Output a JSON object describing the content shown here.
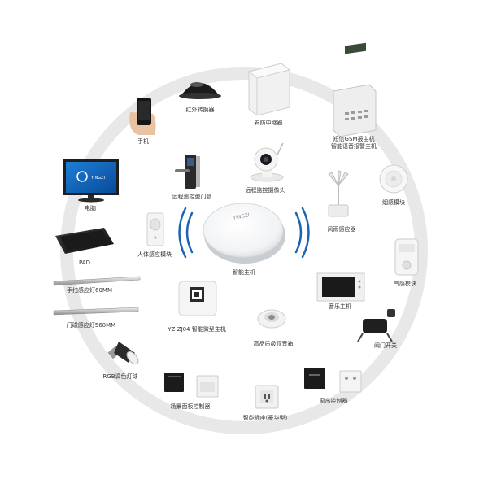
{
  "hub": {
    "brand": "YINGZI",
    "label": "智能主机"
  },
  "devices": {
    "ir_converter": "红外转换器",
    "relay": "安防中继器",
    "gsm_host_1": "短信GSM报主机",
    "gsm_host_2": "智能语音报警主机",
    "phone": "手机",
    "door_lock": "远程遥控型门锁",
    "camera": "远程监控摄像头",
    "smoke_sensor": "烟感模块",
    "monitor_brand": "YINGZI",
    "monitor": "电脑",
    "wind_rain": "风雨感应器",
    "body_sensor": "人体感应模块",
    "pad": "PAD",
    "gas_sensor": "气感模块",
    "light_60": "手扫感应灯60MM",
    "music_host": "音乐主机",
    "light_560": "门磁感应灯560MM",
    "micro_host": "YZ-ZJ04 智能微型主机",
    "speaker": "高品质吸顶音箱",
    "valve": "阀门开关",
    "rgb_bulb": "RGB调色灯球",
    "scene_switch": "场景面板控制器",
    "socket": "智能插座(豪华型)",
    "curtain": "窗帘控制器"
  },
  "colors": {
    "ring": "#e6e6e6",
    "wave": "#1d63b3",
    "label": "#333333"
  }
}
